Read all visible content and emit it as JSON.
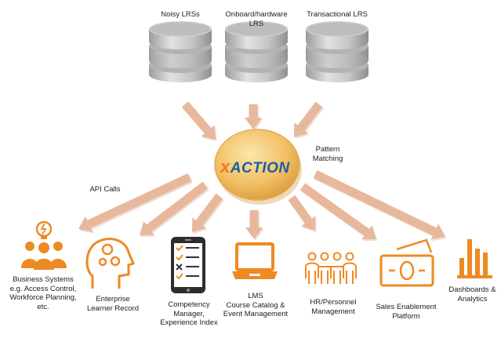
{
  "sources": [
    {
      "label": "Noisy LRSs"
    },
    {
      "label": "Onboard/hardware\nLRS"
    },
    {
      "label": "Transactional LRS"
    }
  ],
  "hub": {
    "logo_prefix": "x",
    "logo_text": "ACTION",
    "logo_prefix_color": "#f07a1a",
    "logo_text_color": "#1b5fa0",
    "disc_color": "#f2c066"
  },
  "annotations": {
    "api_calls": "API Calls",
    "pattern_matching": "Pattern\nMatching"
  },
  "targets": [
    {
      "label": "Business Systems\ne.g. Access Control,\nWorkforce Planning,\netc.",
      "icon": "people-lightbulb-icon"
    },
    {
      "label": "Enterprise\nLearner Record",
      "icon": "head-gears-icon"
    },
    {
      "label": "Competency\nManager,\nExperience Index",
      "icon": "phone-checklist-icon"
    },
    {
      "label": "LMS\nCourse Catalog &\nEvent Management",
      "icon": "laptop-icon"
    },
    {
      "label": "HR/Personnel\nManagement",
      "icon": "people-group-icon"
    },
    {
      "label": "Sales Enablement\nPlatform",
      "icon": "cash-icon"
    },
    {
      "label": "Dashboards &\nAnalytics",
      "icon": "bar-chart-icon"
    }
  ],
  "colors": {
    "accent": "#ee8a22",
    "arrow": "#e8b89c",
    "database": "#b9b9b9"
  }
}
